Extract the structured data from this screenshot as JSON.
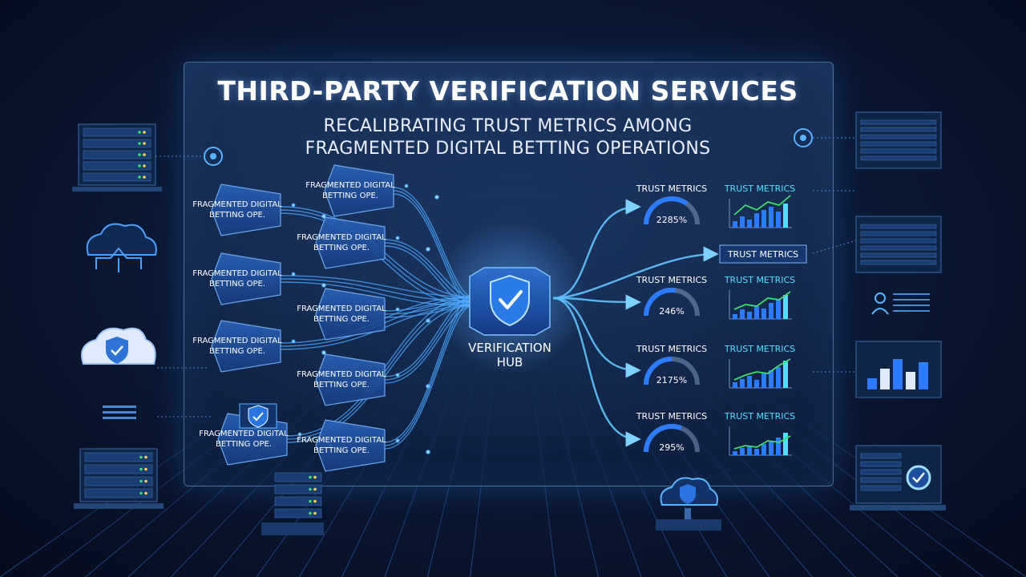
{
  "title": "THIRD-PARTY VERIFICATION SERVICES",
  "subtitle_line1": "RECALIBRATING TRUST METRICS AMONG",
  "subtitle_line2": "FRAGMENTED DIGITAL BETTING OPERATIONS",
  "hub": {
    "line1": "VERIFICATION",
    "line2": "HUB"
  },
  "sources": [
    {
      "line1": "FRAGMENTED DIGITAL",
      "line2": "BETTING OPE."
    },
    {
      "line1": "FRAGMENTED DIGITAL",
      "line2": "BETTING OPE."
    },
    {
      "line1": "FRAGMENTED DIGITAL",
      "line2": "BETTING OPE."
    },
    {
      "line1": "FRAGMENTED DIGITAL",
      "line2": "BETTING OPE."
    },
    {
      "line1": "FRAGMENTED DIGITAL",
      "line2": "BETTING OPE."
    },
    {
      "line1": "FRAGMENTED DIGITAL",
      "line2": "BETTING OPE."
    },
    {
      "line1": "FRAGMENTED DIGITAL",
      "line2": "BETTING OPE."
    },
    {
      "line1": "FRAGMENTED DIGITAL",
      "line2": "BETTING OPE."
    },
    {
      "line1": "FRAGMENTED DIGITAL",
      "line2": "BETTING OPE."
    }
  ],
  "outputs": [
    {
      "gauge_label": "TRUST METRICS",
      "gauge_value": "2285%",
      "chart_label": "TRUST METRICS"
    },
    {
      "gauge_label": "TRUST METRICS",
      "gauge_value": "246%",
      "chart_label": "TRUST METRICS"
    },
    {
      "gauge_label": "TRUST METRICS",
      "gauge_value": "2175%",
      "chart_label": "TRUST METRICS"
    },
    {
      "gauge_label": "TRUST METRICS",
      "gauge_value": "295%",
      "chart_label": "TRUST METRICS"
    }
  ],
  "banner_label": "TRUST METRICS",
  "colors": {
    "accent": "#3aa0ff",
    "cyan": "#4fe0ff",
    "green": "#3be06a",
    "node_fill": "#1d4f9c",
    "panel_edge": "#9cc2f0"
  },
  "icons": {
    "hub": "shield-check-icon",
    "cloud_network": "cloud-network-icon",
    "cloud_shield": "cloud-shield-icon",
    "server": "server-rack-icon",
    "user": "user-icon",
    "target": "target-icon"
  }
}
